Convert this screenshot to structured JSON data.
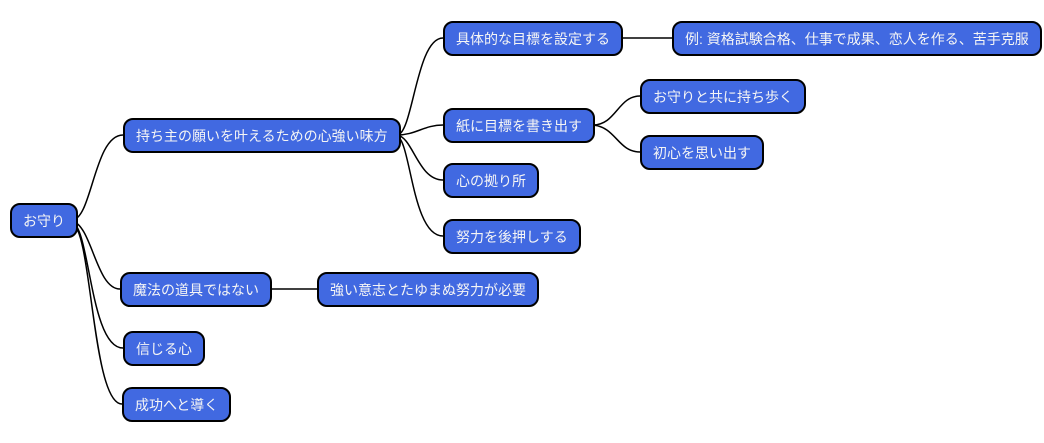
{
  "colors": {
    "background": "#ffffff",
    "node_fill": "#4169E1",
    "node_border": "#000000",
    "node_text": "#f5f5f5",
    "edge": "#000000"
  },
  "mindmap": {
    "root": {
      "label": "お守り",
      "children": [
        {
          "label": "持ち主の願いを叶えるための心強い味方",
          "children": [
            {
              "label": "具体的な目標を設定する",
              "children": [
                {
                  "label": "例: 資格試験合格、仕事で成果、恋人を作る、苦手克服"
                }
              ]
            },
            {
              "label": "紙に目標を書き出す",
              "children": [
                {
                  "label": "お守りと共に持ち歩く"
                },
                {
                  "label": "初心を思い出す"
                }
              ]
            },
            {
              "label": "心の拠り所"
            },
            {
              "label": "努力を後押しする"
            }
          ]
        },
        {
          "label": "魔法の道具ではない",
          "children": [
            {
              "label": "強い意志とたゆまぬ努力が必要"
            }
          ]
        },
        {
          "label": "信じる心"
        },
        {
          "label": "成功へと導く"
        }
      ]
    }
  }
}
